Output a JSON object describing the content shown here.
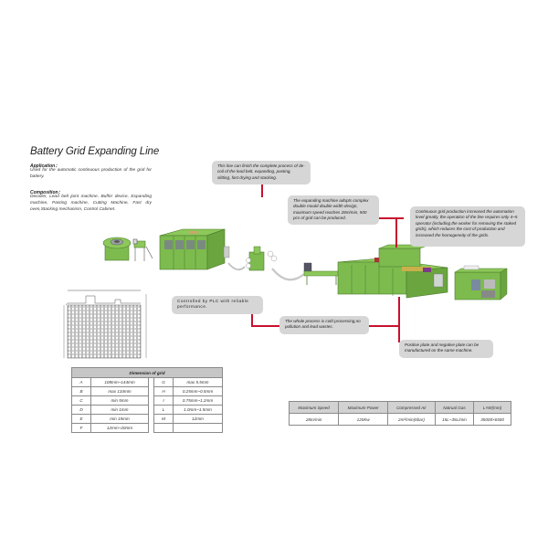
{
  "title": "Battery Grid Expanding Line",
  "application": {
    "label": "Application：",
    "text": "Used for the automatic continuous production of the grid for battery."
  },
  "composition": {
    "label": "Composition：",
    "text": "Decoiler, Lead belt joint machine, Buffer device, Expanding machine, Pasting machine, Cutting Machine, Fast dry oven,Stacking mechanism, Control Cabinet."
  },
  "callouts": {
    "complete_process": "This line can finish the complete process of de-coil of the lead belt, expanding, pasting, slitting, fast drying and stacking.",
    "expanding_machine": "The expanding machine adopts complex double mould double width design, maximum speed reaches 28m/min, 500 pcs of grid can be produced.",
    "continuous": "Continuous grid production increased the automation level greatly, the operation of the line requires only 4~5 operator (including the worker for removing the staked grids), which reduces the cost of production and increased the homogeneity of the grids.",
    "plc": "Controlled by PLC with reliable performance.",
    "cold_process": "The whole process is cold processing,no pollution and lead wastes.",
    "plates": "Positive plate and negative plate can be manufactured on the same machine."
  },
  "dimension_table": {
    "title": "Dimension of grid",
    "rows": [
      {
        "k1": "A",
        "v1": "108mm~144mm",
        "k2": "G",
        "v2": "max 5.5mm"
      },
      {
        "k1": "B",
        "v1": "max 134mm",
        "k2": "H",
        "v2": "0.25mm~0.5mm"
      },
      {
        "k1": "C",
        "v1": "min 5mm",
        "k2": "I",
        "v2": "0.75mm~1.2mm"
      },
      {
        "k1": "D",
        "v1": "min 1mm",
        "k2": "L",
        "v2": "1.0mm~1.5mm"
      },
      {
        "k1": "E",
        "v1": "min 15mm",
        "k2": "M",
        "v2": "12mm"
      },
      {
        "k1": "F",
        "v1": "12mm~20mm",
        "k2": "",
        "v2": ""
      }
    ]
  },
  "spec_table": {
    "headers": [
      "Maximum Speed",
      "Maximum Power",
      "Compressed Air",
      "Natrual Gas",
      "L×W(mm)"
    ],
    "values": [
      "28m/min",
      "120Kw",
      "2m³/min(6bar)",
      "15L~35L/min",
      "35000×6500"
    ]
  },
  "colors": {
    "machine_green": "#7dbb4e",
    "callout_bg": "#d6d6d6",
    "connector_red": "#c8102e"
  }
}
